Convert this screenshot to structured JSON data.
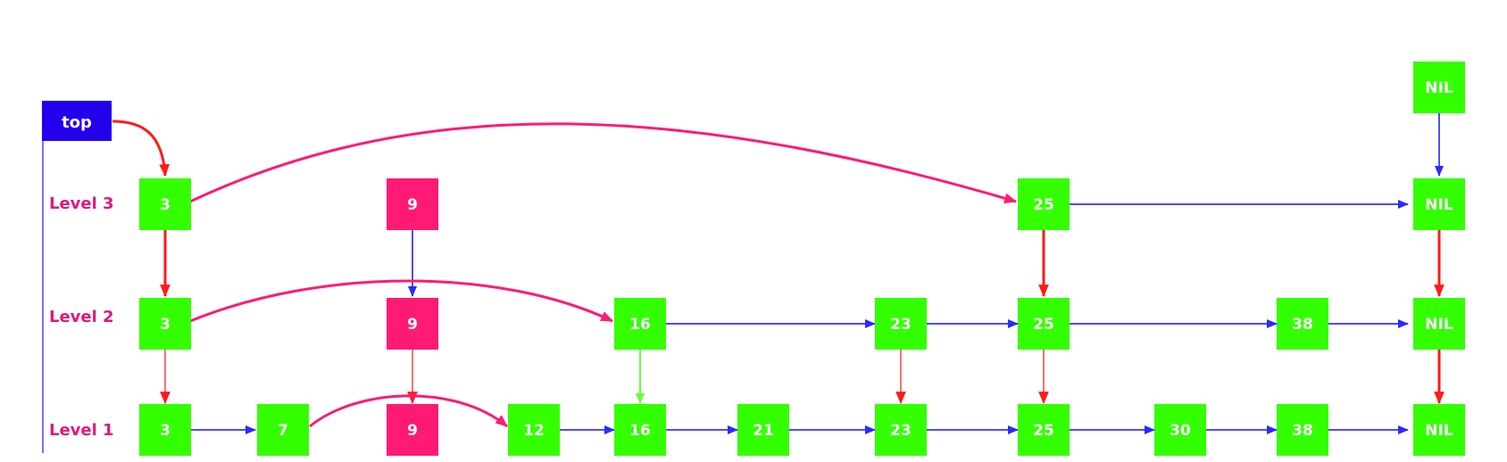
{
  "colors": {
    "node": "#33ff00",
    "inserted_node": "#ff1a75",
    "top_box": "#2200ee",
    "level_label": "#e0187a",
    "forward_link": "#4d4dff",
    "search_path": "#ff1a1a",
    "insert_link": "#ff1a75",
    "new_down_link": "#66ff33"
  },
  "top": {
    "label": "top"
  },
  "levels": [
    {
      "label": "Level 3"
    },
    {
      "label": "Level 2"
    },
    {
      "label": "Level 1"
    }
  ],
  "nodes": [
    {
      "id": "nil-head",
      "label": "NIL"
    },
    {
      "id": "l3-3",
      "label": "3"
    },
    {
      "id": "l3-9",
      "label": "9"
    },
    {
      "id": "l3-25",
      "label": "25"
    },
    {
      "id": "l3-nil",
      "label": "NIL"
    },
    {
      "id": "l2-3",
      "label": "3"
    },
    {
      "id": "l2-9",
      "label": "9"
    },
    {
      "id": "l2-16",
      "label": "16"
    },
    {
      "id": "l2-23",
      "label": "23"
    },
    {
      "id": "l2-25",
      "label": "25"
    },
    {
      "id": "l2-38",
      "label": "38"
    },
    {
      "id": "l2-nil",
      "label": "NIL"
    },
    {
      "id": "l1-3",
      "label": "3"
    },
    {
      "id": "l1-7",
      "label": "7"
    },
    {
      "id": "l1-9",
      "label": "9"
    },
    {
      "id": "l1-12",
      "label": "12"
    },
    {
      "id": "l1-16",
      "label": "16"
    },
    {
      "id": "l1-21",
      "label": "21"
    },
    {
      "id": "l1-23",
      "label": "23"
    },
    {
      "id": "l1-25",
      "label": "25"
    },
    {
      "id": "l1-30",
      "label": "30"
    },
    {
      "id": "l1-38",
      "label": "38"
    },
    {
      "id": "l1-nil",
      "label": "NIL"
    }
  ]
}
